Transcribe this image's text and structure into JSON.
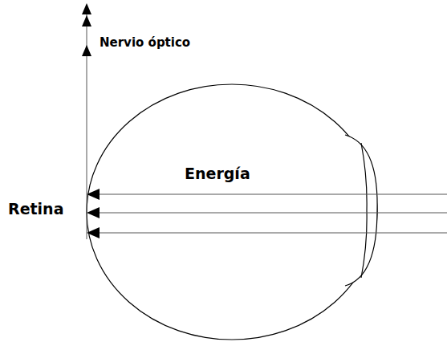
{
  "diagram": {
    "labels": [
      "Nervio óptico",
      "Energía",
      "Retina"
    ]
  }
}
